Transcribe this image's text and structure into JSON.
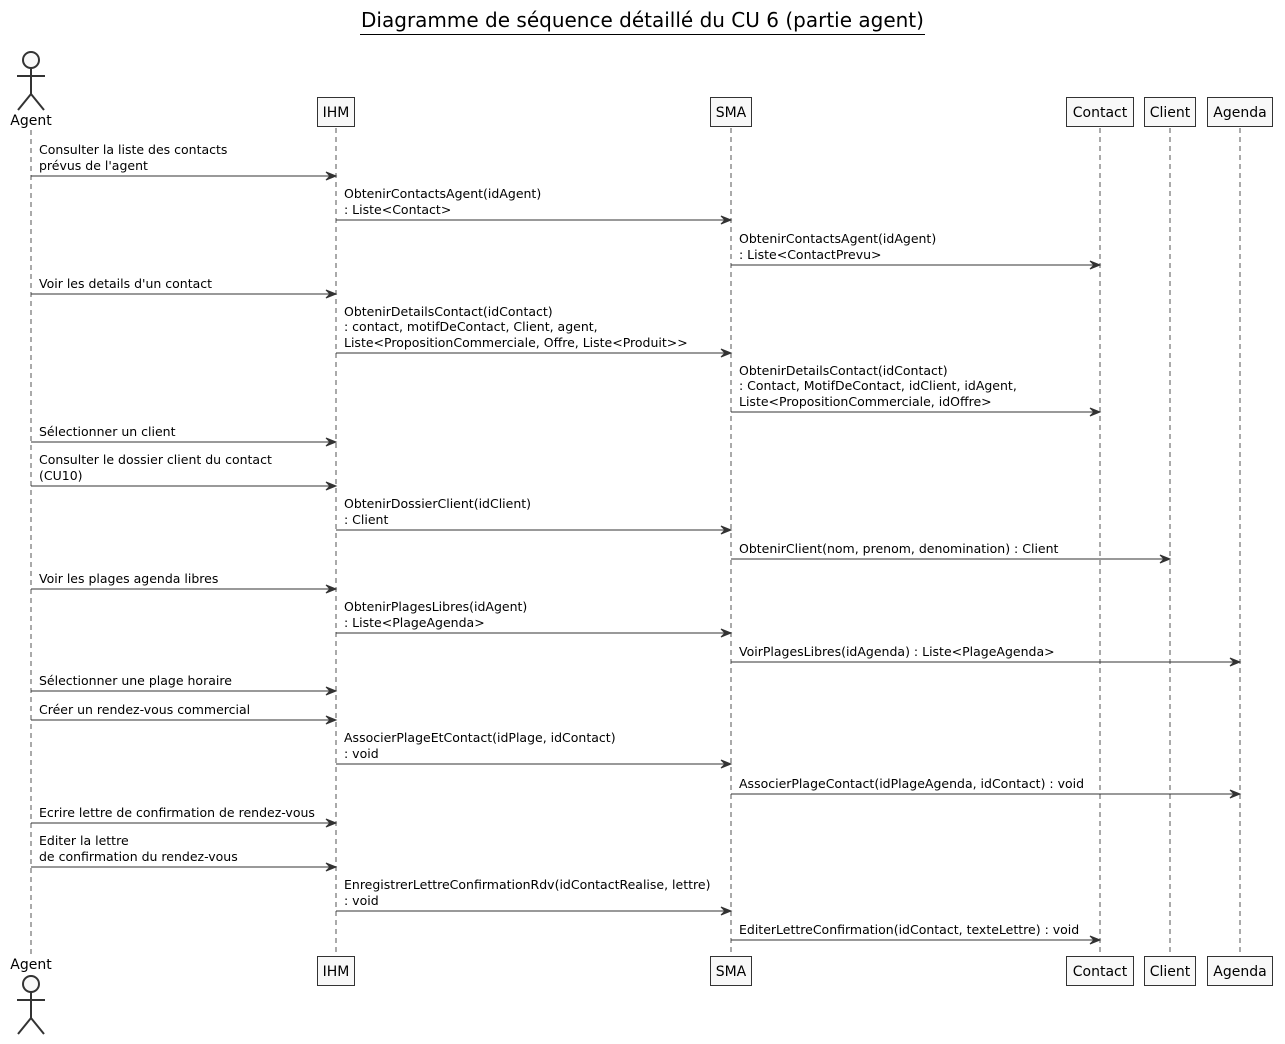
{
  "title": "Diagramme de séquence détaillé du CU 6 (partie agent)",
  "participants": [
    {
      "id": "agent",
      "label": "Agent",
      "kind": "actor"
    },
    {
      "id": "ihm",
      "label": "IHM",
      "kind": "box"
    },
    {
      "id": "sma",
      "label": "SMA",
      "kind": "box"
    },
    {
      "id": "contact",
      "label": "Contact",
      "kind": "box"
    },
    {
      "id": "client",
      "label": "Client",
      "kind": "box"
    },
    {
      "id": "agenda",
      "label": "Agenda",
      "kind": "box"
    }
  ],
  "messages": [
    {
      "from": "agent",
      "to": "ihm",
      "lines": [
        "Consulter la liste des contacts",
        "prévus de l'agent"
      ]
    },
    {
      "from": "ihm",
      "to": "sma",
      "lines": [
        "ObtenirContactsAgent(idAgent)",
        ": Liste<Contact>"
      ]
    },
    {
      "from": "sma",
      "to": "contact",
      "lines": [
        "ObtenirContactsAgent(idAgent)",
        ": Liste<ContactPrevu>"
      ]
    },
    {
      "from": "agent",
      "to": "ihm",
      "lines": [
        "Voir les details d'un contact"
      ]
    },
    {
      "from": "ihm",
      "to": "sma",
      "lines": [
        "ObtenirDetailsContact(idContact)",
        ": contact, motifDeContact, Client, agent,",
        "Liste<PropositionCommerciale, Offre, Liste<Produit>>"
      ]
    },
    {
      "from": "sma",
      "to": "contact",
      "lines": [
        "ObtenirDetailsContact(idContact)",
        ": Contact, MotifDeContact, idClient, idAgent,",
        "Liste<PropositionCommerciale, idOffre>"
      ]
    },
    {
      "from": "agent",
      "to": "ihm",
      "lines": [
        "Sélectionner un client"
      ]
    },
    {
      "from": "agent",
      "to": "ihm",
      "lines": [
        "Consulter le dossier client du contact",
        "(CU10)"
      ]
    },
    {
      "from": "ihm",
      "to": "sma",
      "lines": [
        "ObtenirDossierClient(idClient)",
        ": Client"
      ]
    },
    {
      "from": "sma",
      "to": "client",
      "lines": [
        "ObtenirClient(nom, prenom, denomination) : Client"
      ]
    },
    {
      "from": "agent",
      "to": "ihm",
      "lines": [
        "Voir les plages agenda libres"
      ]
    },
    {
      "from": "ihm",
      "to": "sma",
      "lines": [
        "ObtenirPlagesLibres(idAgent)",
        ": Liste<PlageAgenda>"
      ]
    },
    {
      "from": "sma",
      "to": "agenda",
      "lines": [
        "VoirPlagesLibres(idAgenda) : Liste<PlageAgenda>"
      ]
    },
    {
      "from": "agent",
      "to": "ihm",
      "lines": [
        "Sélectionner une plage horaire"
      ]
    },
    {
      "from": "agent",
      "to": "ihm",
      "lines": [
        "Créer un rendez-vous commercial"
      ]
    },
    {
      "from": "ihm",
      "to": "sma",
      "lines": [
        "AssocierPlageEtContact(idPlage, idContact)",
        ": void"
      ]
    },
    {
      "from": "sma",
      "to": "agenda",
      "lines": [
        "AssocierPlageContact(idPlageAgenda, idContact) : void"
      ]
    },
    {
      "from": "agent",
      "to": "ihm",
      "lines": [
        "Ecrire lettre de confirmation de rendez-vous"
      ]
    },
    {
      "from": "agent",
      "to": "ihm",
      "lines": [
        "Editer la lettre",
        "de confirmation du rendez-vous"
      ]
    },
    {
      "from": "ihm",
      "to": "sma",
      "lines": [
        "EnregistrerLettreConfirmationRdv(idContactRealise, lettre)",
        ": void"
      ]
    },
    {
      "from": "sma",
      "to": "contact",
      "lines": [
        "EditerLettreConfirmation(idContact, texteLettre) : void"
      ]
    }
  ]
}
